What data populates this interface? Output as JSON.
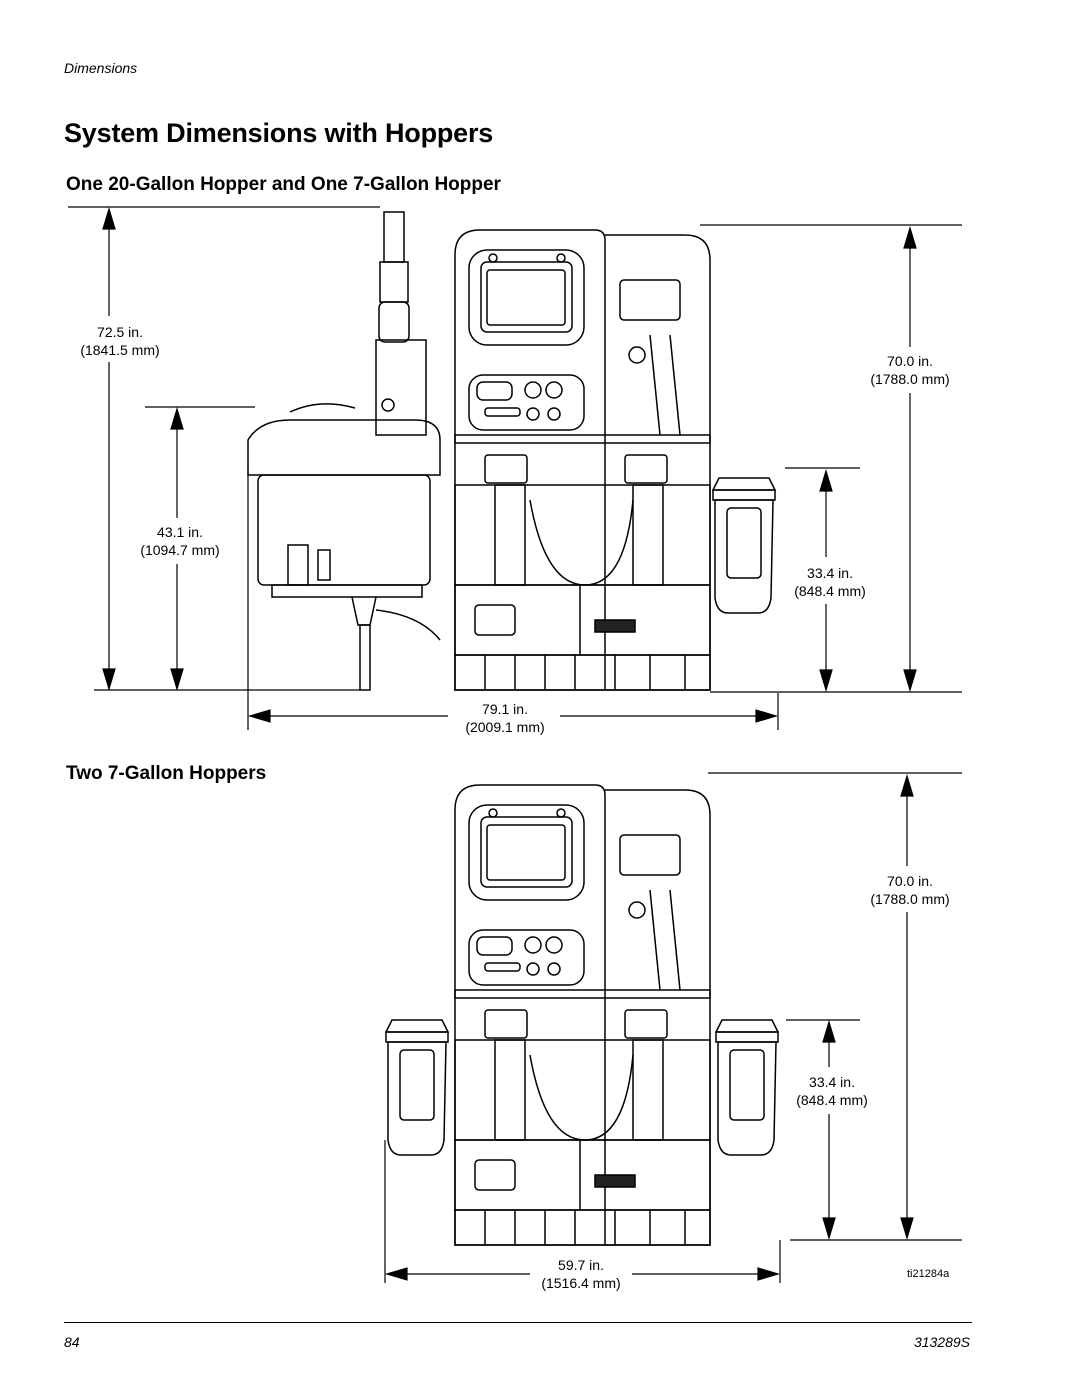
{
  "header": {
    "section": "Dimensions"
  },
  "title": "System Dimensions with Hoppers",
  "config1": {
    "heading": "One 20-Gallon Hopper and One 7-Gallon Hopper",
    "overall_height": {
      "in": "72.5 in.",
      "mm": "(1841.5 mm)"
    },
    "hopper_height": {
      "in": "43.1 in.",
      "mm": "(1094.7 mm)"
    },
    "unit_height": {
      "in": "70.0 in.",
      "mm": "(1788.0 mm)"
    },
    "small_hopper_height": {
      "in": "33.4 in.",
      "mm": "(848.4 mm)"
    },
    "width": {
      "in": "79.1 in.",
      "mm": "(2009.1 mm)"
    }
  },
  "config2": {
    "heading": "Two 7-Gallon Hoppers",
    "unit_height": {
      "in": "70.0 in.",
      "mm": "(1788.0 mm)"
    },
    "hopper_height": {
      "in": "33.4 in.",
      "mm": "(848.4 mm)"
    },
    "width": {
      "in": "59.7 in.",
      "mm": "(1516.4 mm)"
    }
  },
  "figure_id": "ti21284a",
  "footer": {
    "page": "84",
    "doc": "313289S"
  }
}
